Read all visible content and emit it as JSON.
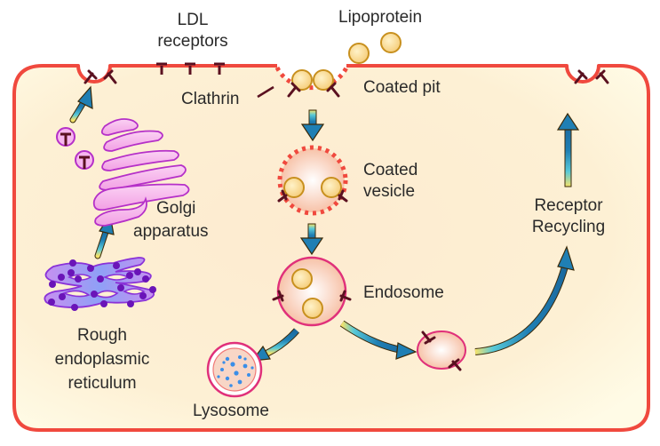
{
  "diagram": {
    "title": "LDL receptor cycle",
    "colors": {
      "membrane": "#f0493e",
      "cytoplasm": "#fdf1d6",
      "receptor": "#5a1020",
      "lipoprotein_fill": "#f8d98a",
      "lipoprotein_stroke": "#c8901e",
      "arrow": "#1f7fb4",
      "golgi": "#f3a6e6",
      "golgi_stroke": "#b530c8",
      "rer": "#a88cf4",
      "rer_dots": "#6a14b8",
      "vesicle_ring": "#e0307a",
      "lysosome_dots": "#3a8ee8"
    },
    "labels": {
      "ldl_receptors_line1": "LDL",
      "ldl_receptors_line2": "receptors",
      "lipoprotein": "Lipoprotein",
      "clathrin": "Clathrin",
      "coated_pit": "Coated pit",
      "coated_vesicle_line1": "Coated",
      "coated_vesicle_line2": "vesicle",
      "golgi_line1": "Golgi",
      "golgi_line2": "apparatus",
      "receptor_recycling_line1": "Receptor",
      "receptor_recycling_line2": "Recycling",
      "endosome": "Endosome",
      "rer_line1": "Rough",
      "rer_line2": "endoplasmic",
      "rer_line3": "reticulum",
      "lysosome": "Lysosome"
    }
  }
}
